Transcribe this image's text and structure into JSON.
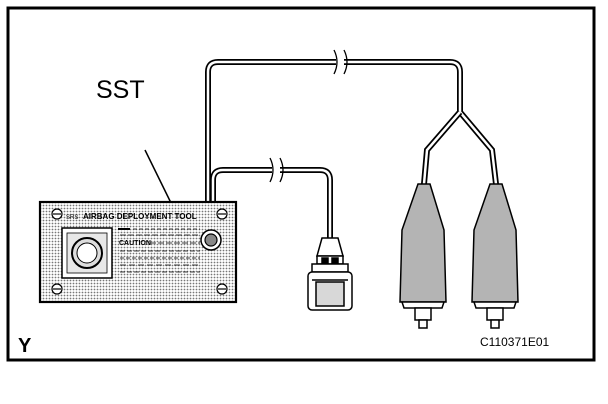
{
  "labels": {
    "sst": "SST",
    "tool_prefix": "SRS",
    "tool_name": "AIRBAG DEPLOYMENT TOOL",
    "caution": "CAUTION",
    "corner_letter": "Y",
    "figure_code": "C110371E01"
  },
  "colors": {
    "ink": "#000000",
    "background": "#ffffff",
    "tool_fill": "#c8c8c8",
    "clip_fill": "#b4b4b4"
  }
}
